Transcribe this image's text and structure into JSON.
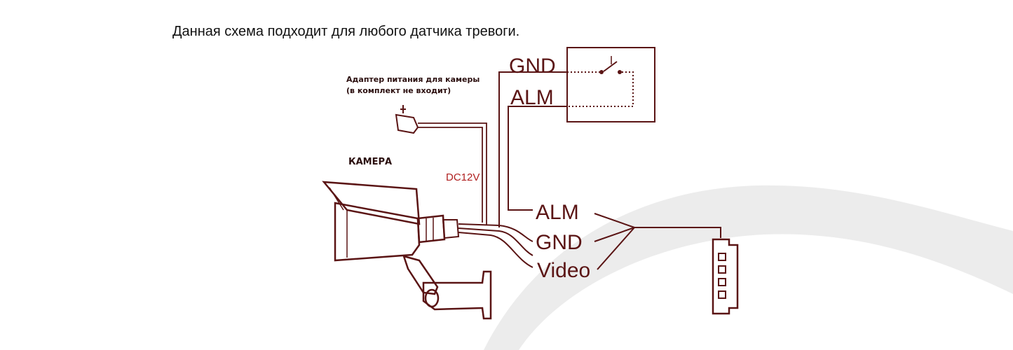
{
  "caption": "Данная схема подходит для любого датчика тревоги.",
  "labels": {
    "adapter_line1": "Адаптер питания для камеры",
    "adapter_line2": "(в комплект не входит)",
    "camera": "КАМЕРА",
    "dc12v": "DC12V",
    "sensor_gnd": "GND",
    "sensor_alm": "ALM",
    "cable_alm": "ALM",
    "cable_gnd": "GND",
    "cable_video": "Video"
  },
  "colors": {
    "ink": "#5a1414",
    "dc_label": "#b02020",
    "watermark": "#e6e6e6"
  }
}
